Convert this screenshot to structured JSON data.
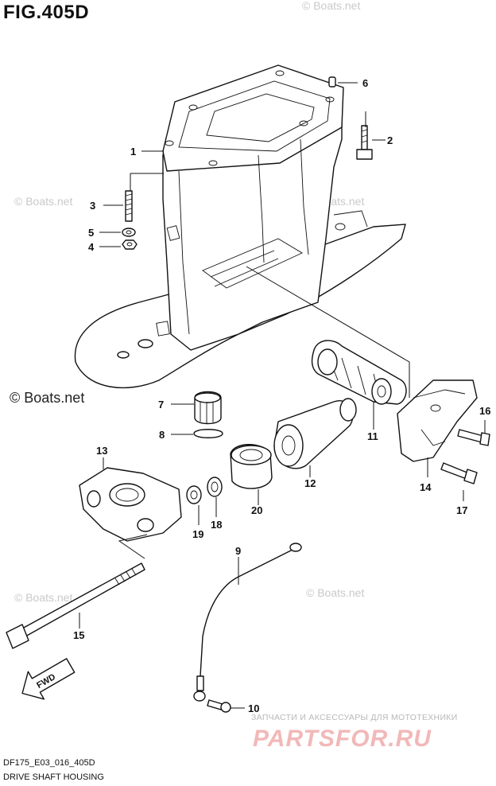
{
  "figure": {
    "title": "FIG.405D",
    "code": "DF175_E03_016_405D",
    "name": "DRIVE SHAFT HOUSING"
  },
  "watermarks": {
    "boats": "© Boats.net",
    "boats_main": "© Boats.net"
  },
  "direction_label": "FWD",
  "branding": {
    "tagline": "ЗАПЧАСТИ И АКСЕССУАРЫ ДЛЯ МОТОТЕХНИКИ",
    "logo": "PARTSFOR.RU"
  },
  "callouts": [
    {
      "id": "c1",
      "label": "1"
    },
    {
      "id": "c2",
      "label": "2"
    },
    {
      "id": "c3",
      "label": "3"
    },
    {
      "id": "c4",
      "label": "4"
    },
    {
      "id": "c5",
      "label": "5"
    },
    {
      "id": "c6",
      "label": "6"
    },
    {
      "id": "c7",
      "label": "7"
    },
    {
      "id": "c8",
      "label": "8"
    },
    {
      "id": "c9",
      "label": "9"
    },
    {
      "id": "c10",
      "label": "10"
    },
    {
      "id": "c11",
      "label": "11"
    },
    {
      "id": "c12",
      "label": "12"
    },
    {
      "id": "c13",
      "label": "13"
    },
    {
      "id": "c14",
      "label": "14"
    },
    {
      "id": "c15",
      "label": "15"
    },
    {
      "id": "c16",
      "label": "16"
    },
    {
      "id": "c17",
      "label": "17"
    },
    {
      "id": "c18",
      "label": "18"
    },
    {
      "id": "c19",
      "label": "19"
    },
    {
      "id": "c20",
      "label": "20"
    }
  ]
}
